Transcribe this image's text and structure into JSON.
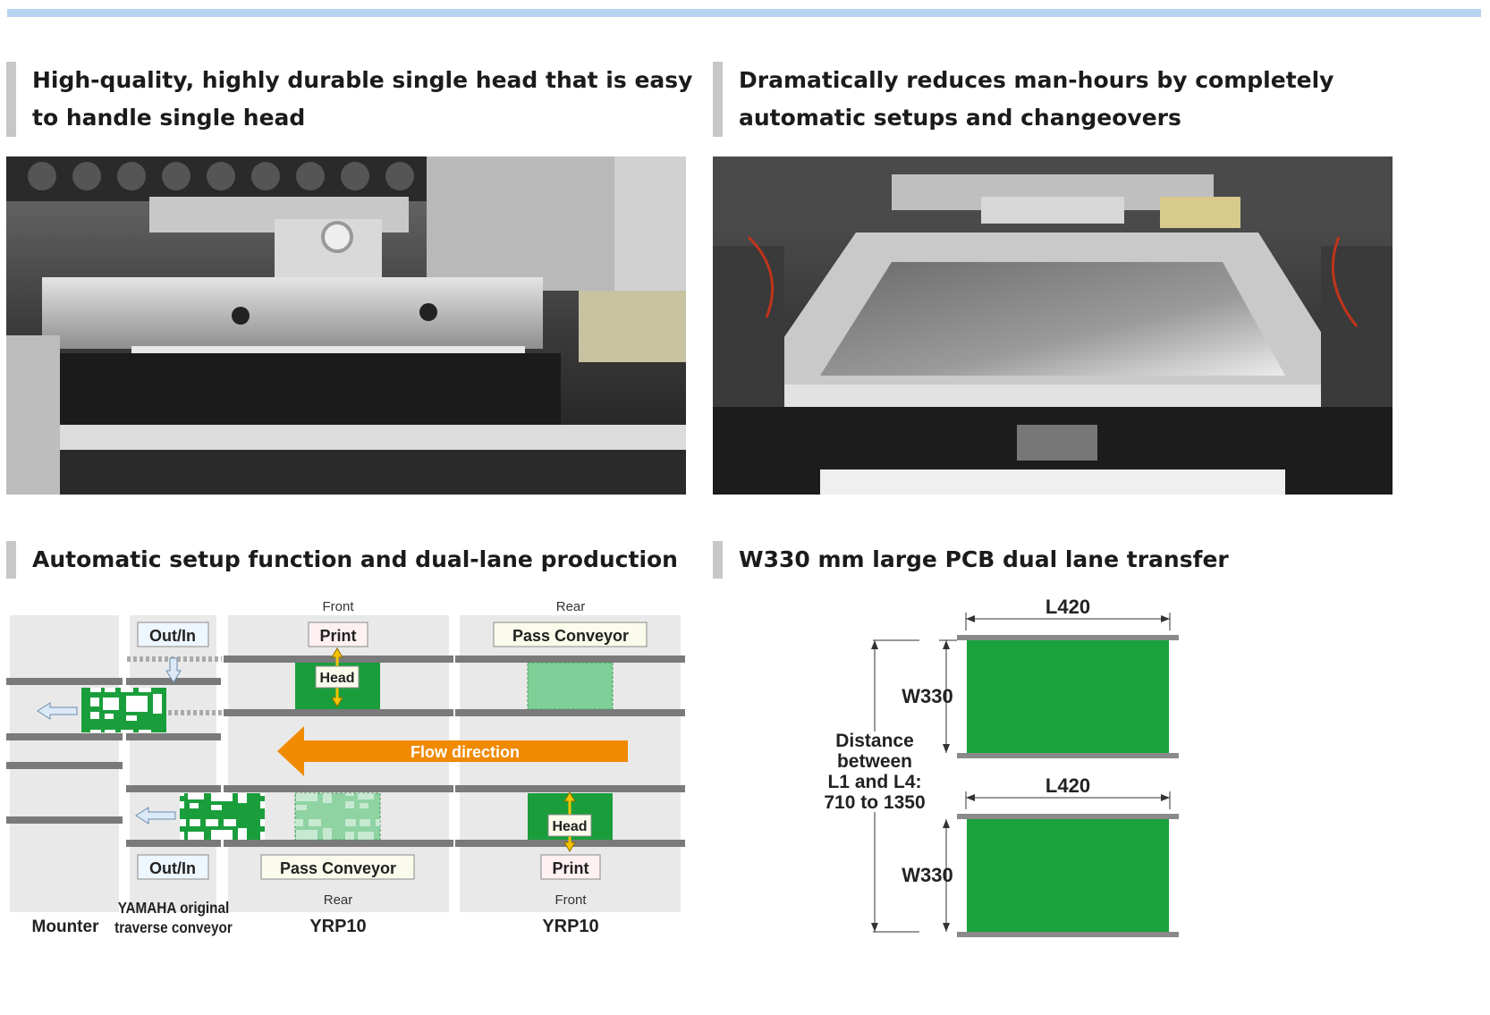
{
  "accent_colors": {
    "top_rule": "#b6d4f2",
    "pcb_green": "#1a9e3c",
    "flow_orange": "#f08a00",
    "head_yellow": "#f5c400"
  },
  "sections": [
    {
      "title": "High-quality, highly durable single head that is easy to handle single head"
    },
    {
      "title": "Dramatically reduces man-hours by completely automatic setups and changeovers"
    },
    {
      "title": "Automatic setup function and dual-lane production"
    },
    {
      "title": "W330 mm large PCB dual lane transfer"
    }
  ],
  "lane_diagram": {
    "front_top": "Front",
    "rear_top": "Rear",
    "out_in_top": "Out/In",
    "print_top": "Print",
    "pass_conveyor_top": "Pass Conveyor",
    "head_left": "Head",
    "flow_direction": "Flow direction",
    "head_right": "Head",
    "out_in_bottom": "Out/In",
    "pass_conveyor_bottom": "Pass Conveyor",
    "print_bottom": "Print",
    "rear_bottom": "Rear",
    "front_bottom": "Front",
    "yamaha_line1": "YAMAHA original",
    "yamaha_line2": "traverse conveyor",
    "mounter": "Mounter",
    "yrp10_left": "YRP10",
    "yrp10_right": "YRP10"
  },
  "pcb_diagram": {
    "l420_top": "L420",
    "w330_top": "W330",
    "l420_bottom": "L420",
    "w330_bottom": "W330",
    "distance_lines": [
      "Distance",
      "between",
      "L1 and L4:",
      "710 to 1350"
    ]
  }
}
